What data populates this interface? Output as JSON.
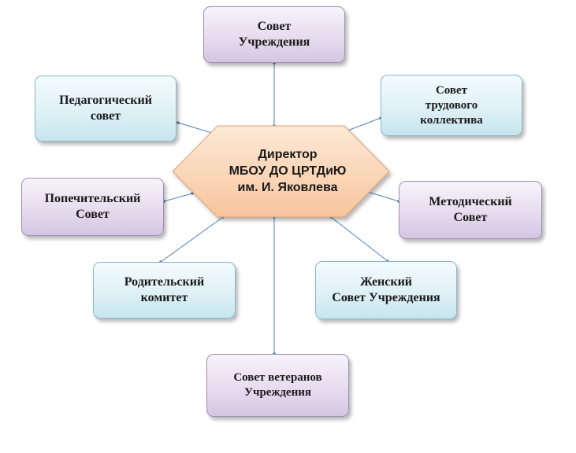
{
  "center": {
    "line1": "Директор",
    "line2": "МБОУ ДО ЦРТДиЮ",
    "line3": "им. И. Яковлева",
    "fill_colors": [
      "#fde9d6",
      "#f7c59d"
    ],
    "border_color": "#e0a070"
  },
  "boxes": {
    "council": "Совет\nУчреждения",
    "pedagogical": "Педагогический\nсовет",
    "labor": "Совет\nтрудового\nколлектива",
    "trustee": "Попечительский\nСовет",
    "methodical": "Методический\nСовет",
    "parents": "Родительский\nкомитет",
    "women": "Женский\nСовет Учреждения",
    "veterans": "Совет ветеранов\nУчреждения"
  },
  "colors": {
    "lilac_box": "#e6dcee",
    "aqua_box": "#dff1f6",
    "connector": "#4f81bd"
  }
}
